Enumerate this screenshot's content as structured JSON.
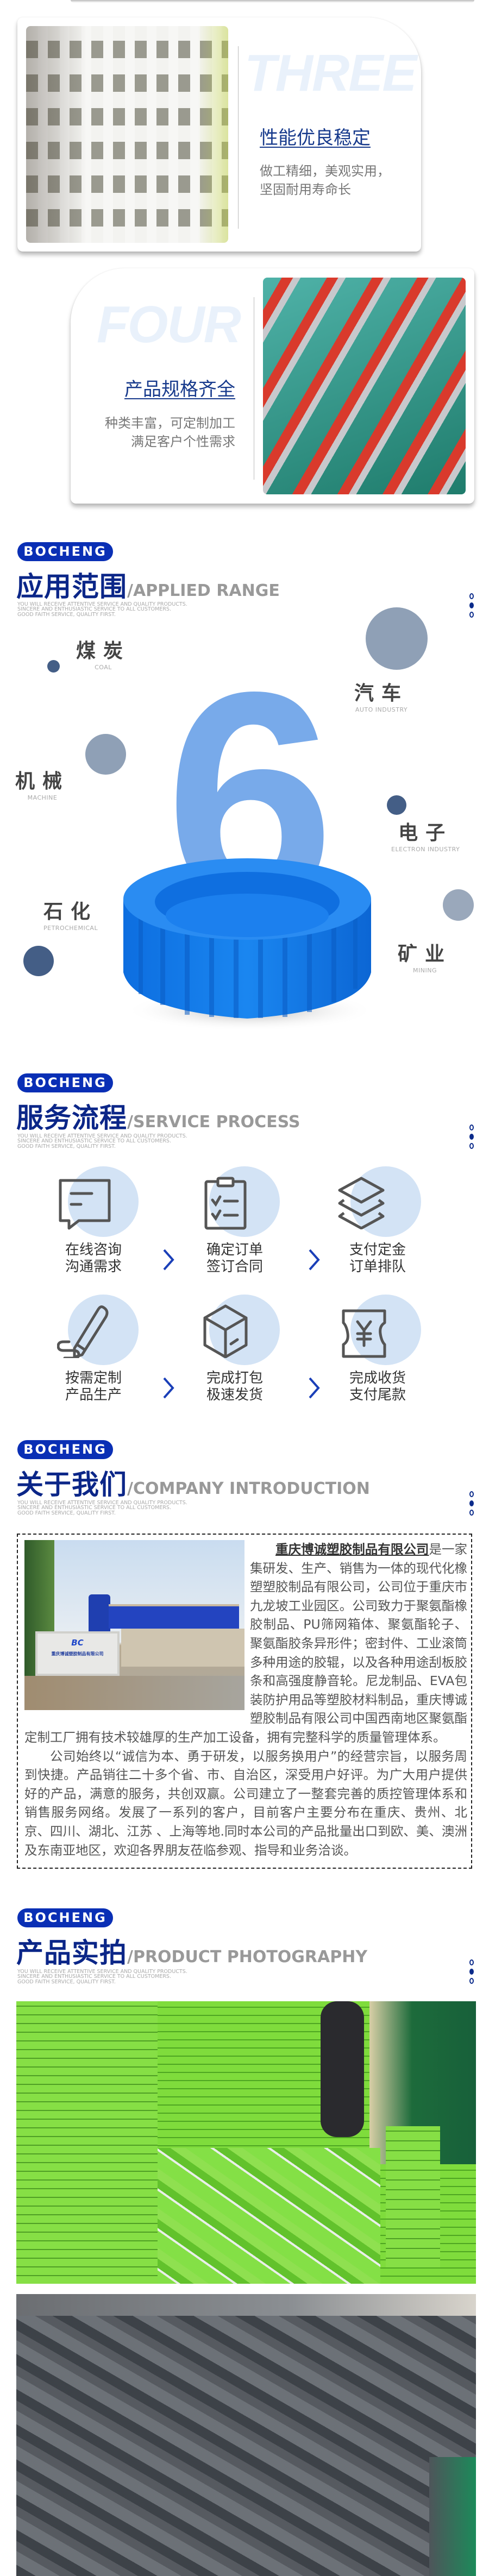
{
  "features": [
    {
      "watermark": "THREE",
      "title": "性能优良稳定",
      "desc": [
        "做工精细，美观实用，",
        "坚固耐用寿命长"
      ]
    },
    {
      "watermark": "FOUR",
      "title": "产品规格齐全",
      "desc": [
        "种类丰富，可定制加工",
        "满足客户个性需求"
      ]
    }
  ],
  "brand_badge": "BOCHENG",
  "header_subtitle": [
    "YOU WILL RECEIVE ATTENTIVE SERVICE AND QUALITY PRODUCTS.",
    "SINCERE AND ENTHUSIASTIC SERVICE TO ALL CUSTOMERS.",
    "GOOD FAITH SERVICE, QUALITY FIRST."
  ],
  "sections": {
    "applied": {
      "cn": "应用范围",
      "en": "/APPLIED RANGE"
    },
    "service": {
      "cn": "服务流程",
      "en": "/SERVICE PROCESS"
    },
    "company": {
      "cn": "关于我们",
      "en": "/COMPANY INTRODUCTION"
    },
    "products": {
      "cn": "产品实拍",
      "en": "/PRODUCT PHOTOGRAPHY"
    }
  },
  "applied_range": {
    "big_number": "6",
    "items": [
      {
        "cn": "煤炭",
        "en": "COAL"
      },
      {
        "cn": "汽车",
        "en": "AUTO INDUSTRY"
      },
      {
        "cn": "机械",
        "en": "MACHINE"
      },
      {
        "cn": "电子",
        "en": "ELECTRON INDUSTRY"
      },
      {
        "cn": "石化",
        "en": "PETROCHEMICAL"
      },
      {
        "cn": "矿业",
        "en": "MINING"
      }
    ]
  },
  "service_steps": [
    {
      "icon": "chat-icon",
      "lines": [
        "在线咨询",
        "沟通需求"
      ]
    },
    {
      "icon": "clipboard-check-icon",
      "lines": [
        "确定订单",
        "签订合同"
      ]
    },
    {
      "icon": "layers-icon",
      "lines": [
        "支付定金",
        "订单排队"
      ]
    },
    {
      "icon": "pencil-icon",
      "lines": [
        "按需定制",
        "产品生产"
      ]
    },
    {
      "icon": "box-icon",
      "lines": [
        "完成打包",
        "极速发货"
      ]
    },
    {
      "icon": "yuan-ticket-icon",
      "lines": [
        "完成收货",
        "支付尾款"
      ]
    }
  ],
  "company": {
    "photo_sign": "重庆博诚塑胶制品有限公司",
    "name": "重庆博诚塑胶制品有限公司",
    "p1_rest": "是一家集研发、生产、销售为一体的现代化橡塑塑胶制品有限公司，公司位于重庆市九龙坡工业园区。公司致力于聚氨酯橡胶制品、PU筛网箱体、聚氨酯轮子、聚氨酯胶条异形件；密封件、工业滚筒多种用途的胶辊，以及各种用途刮板胶条和高强度静音轮。尼龙制品、EVA包装防护用品等塑胶材料制品，重庆博诚塑胶制品有限公司中国西南地区聚氨酯定制工厂拥有技术较雄厚的生产加工设备，拥有完整科学的质量管理体系。",
    "p2": "公司始终以“诚信为本、勇于研发，以服务换用户”的经营宗旨，以服务周到快捷。产品销往二十多个省、市、自治区，深受用户好评。为广大用户提供好的产品，满意的服务，共创双赢。公司建立了一整套完善的质控管理体系和销售服务网络。发展了一系列的客户，目前客户主要分布在重庆、贵州、北京、四川、湖北、江苏 、上海等地.同时本公司的产品批量出口到欧、美、澳洲及东南亚地区，欢迎各界朋友莅临参观、指导和业务洽谈。"
  },
  "colors": {
    "brand_blue": "#0a2fb5",
    "title_navy": "#0b2688",
    "six_blue": "#78aaea",
    "service_circle": "#d3e3f5"
  }
}
